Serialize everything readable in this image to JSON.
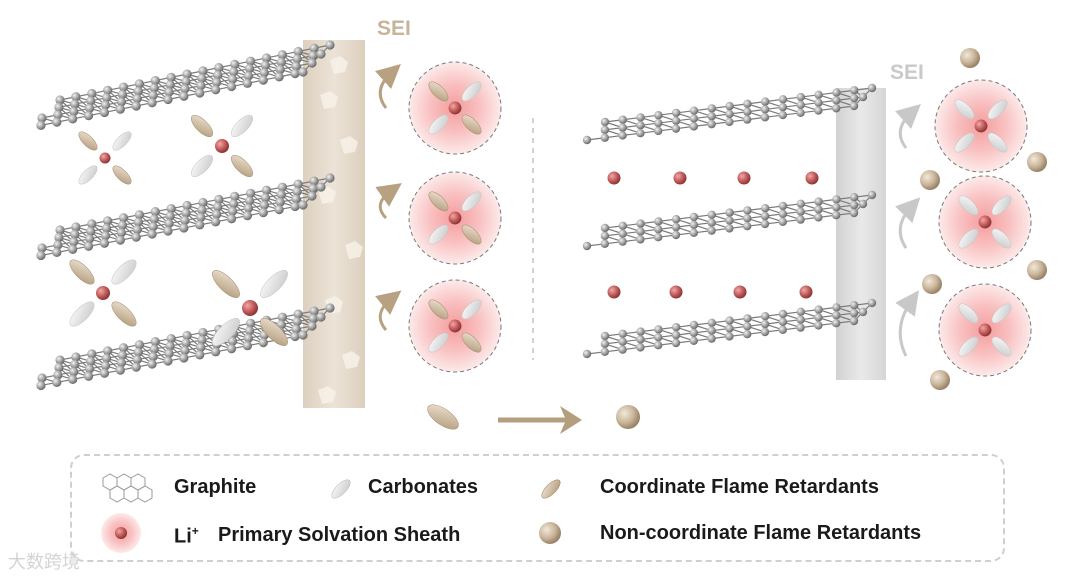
{
  "diagram": {
    "sei_left_label": "SEI",
    "sei_right_label": "SEI",
    "colors": {
      "graphite_atom": "#8e8e8e",
      "li_ion": "#c25a5a",
      "sheath_glow": "#f7b4b4",
      "carbonate": "#dcdcdc",
      "coordinate_fr": "#c8b396",
      "non_coordinate_fr": "#c9b59a",
      "sei_left": "#e8ddd0",
      "sei_right": "#dedede",
      "arrow_left": "#b7a181",
      "arrow_right": "#c8c8c8",
      "transform_arrow": "#b59e7d"
    }
  },
  "legend": {
    "graphite": "Graphite",
    "carbonates": "Carbonates",
    "coordinate_fr": "Coordinate Flame Retardants",
    "li_label": "Li",
    "li_superscript": "+",
    "sheath": "Primary Solvation Sheath",
    "non_coordinate_fr": "Non-coordinate Flame Retardants"
  },
  "watermark": "大数跨境"
}
